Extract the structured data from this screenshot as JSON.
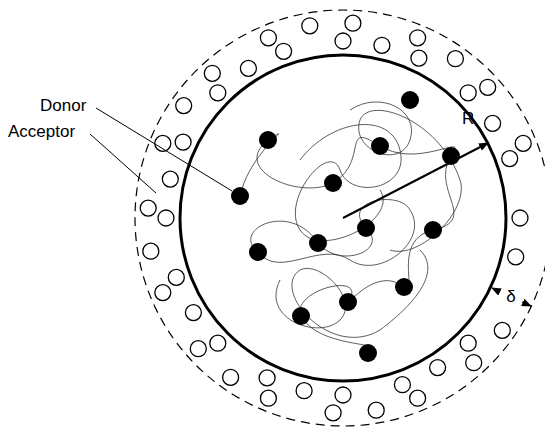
{
  "diagram": {
    "labels": [
      "Donor",
      "Acceptor",
      "R",
      "δ"
    ]
  }
}
